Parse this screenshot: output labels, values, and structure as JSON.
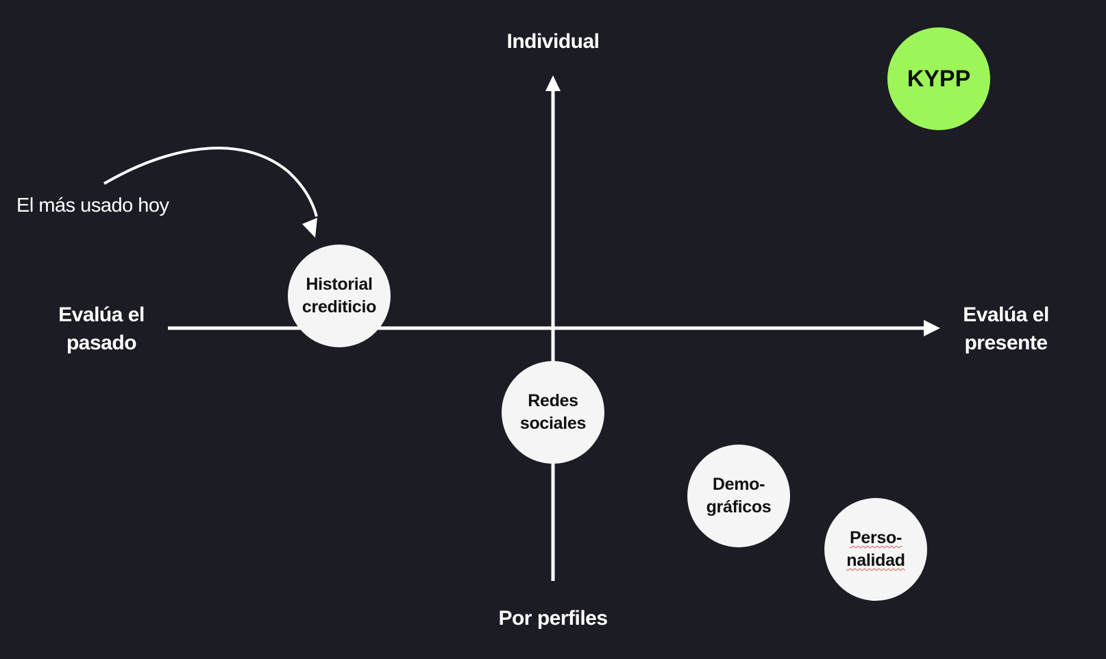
{
  "axes": {
    "top": "Individual",
    "bottom": "Por perfiles",
    "left": [
      "Evalúa el",
      "pasado"
    ],
    "right": [
      "Evalúa el",
      "presente"
    ]
  },
  "annotation": {
    "text": "El más usado hoy"
  },
  "bubbles": {
    "historial": [
      "Historial",
      "crediticio"
    ],
    "redes": [
      "Redes",
      "sociales"
    ],
    "demograficos": [
      "Demo-",
      "gráficos"
    ],
    "personalidad": [
      "Perso-",
      "nalidad"
    ]
  },
  "brand": {
    "label": "KYPP",
    "color": "#9ef55a"
  },
  "colors": {
    "background": "#1c1c24",
    "foreground": "#ffffff",
    "bubble": "#f5f5f5"
  }
}
